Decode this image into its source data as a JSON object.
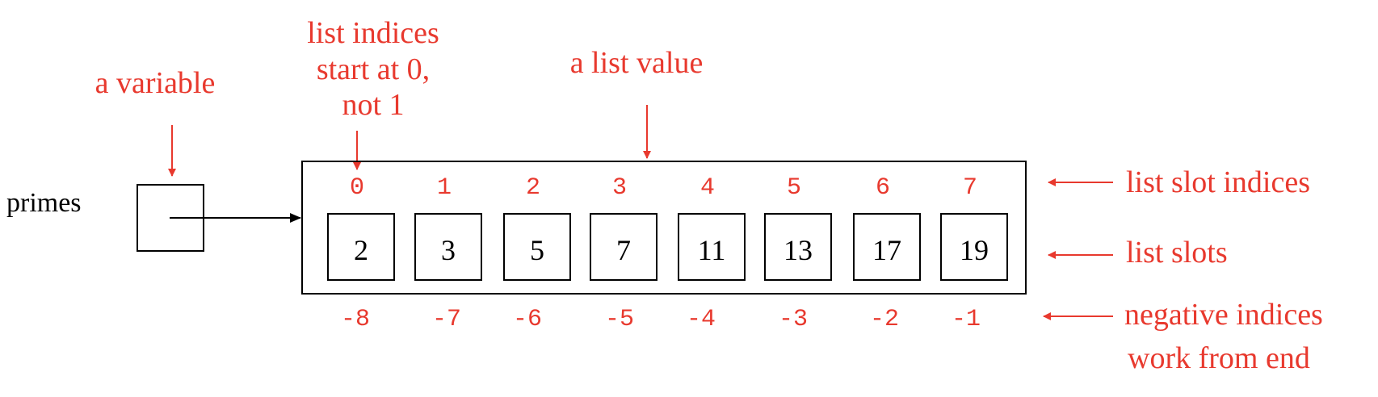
{
  "colors": {
    "annotation": "#e8392e",
    "structure": "#000000",
    "background": "#ffffff"
  },
  "variable": {
    "name": "primes",
    "annotation": "a variable"
  },
  "list": {
    "annotation": "a list value",
    "index_note": [
      "list indices",
      "start at 0,",
      "not 1"
    ],
    "indices": [
      "0",
      "1",
      "2",
      "3",
      "4",
      "5",
      "6",
      "7"
    ],
    "values": [
      "2",
      "3",
      "5",
      "7",
      "11",
      "13",
      "17",
      "19"
    ],
    "negative_indices": [
      "-8",
      "-7",
      "-6",
      "-5",
      "-4",
      "-3",
      "-2",
      "-1"
    ]
  },
  "legend": {
    "slot_indices": "list slot indices",
    "slots": "list slots",
    "negative_indices": [
      "negative indices",
      "work from end"
    ]
  }
}
